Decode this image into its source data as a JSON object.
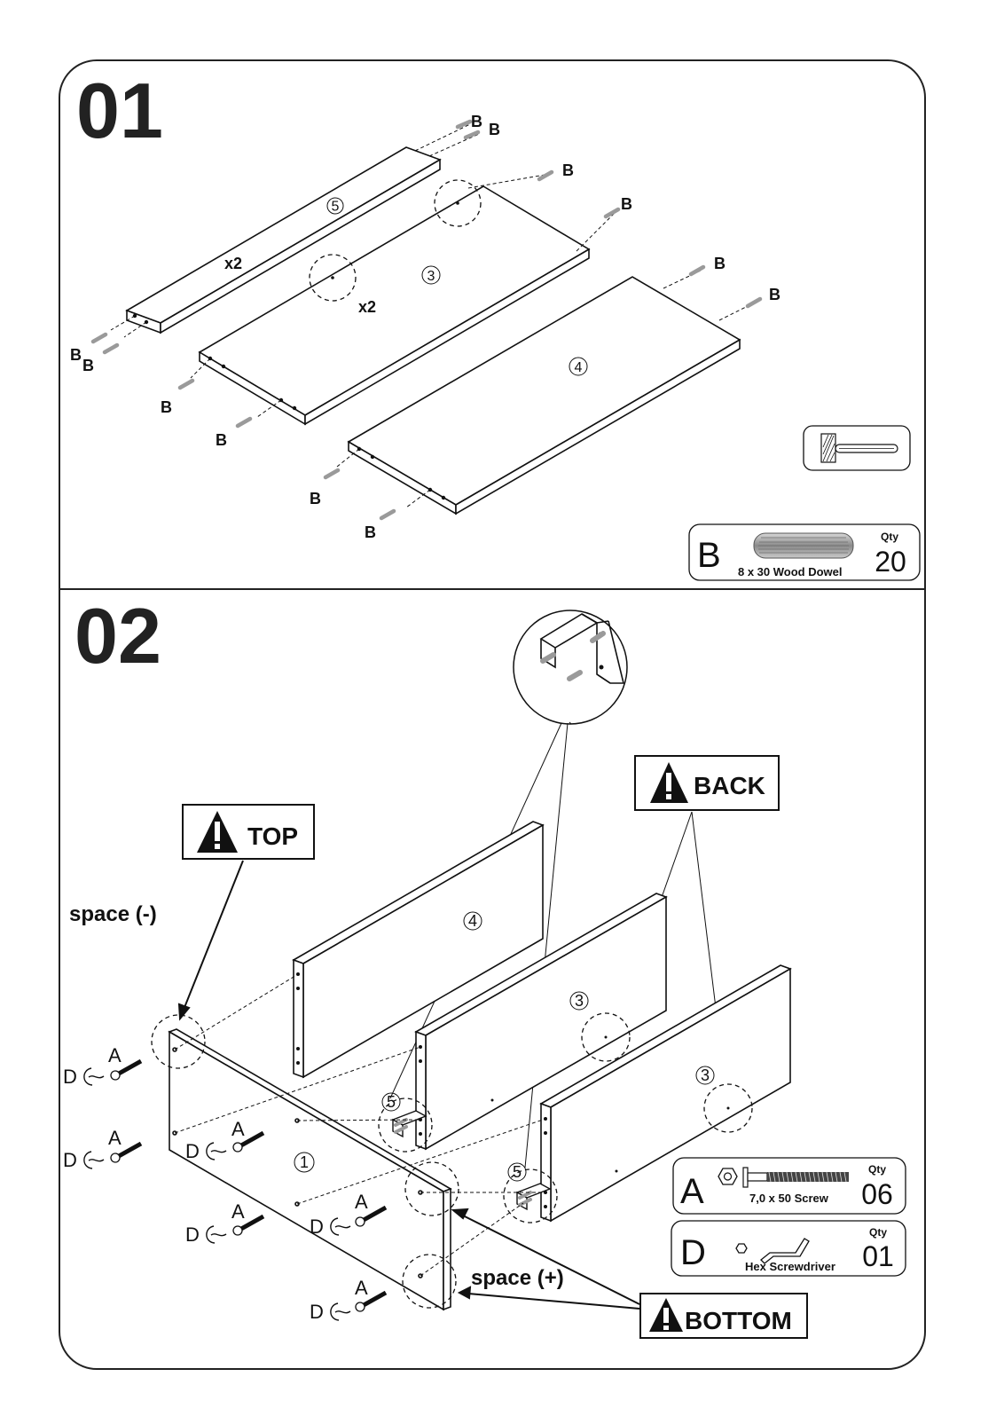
{
  "step1": {
    "number": "01",
    "dowel_label": "B",
    "multiplier": "x2",
    "parts": {
      "p3": "3",
      "p4": "4",
      "p5": "5"
    },
    "hardware_box": {
      "letter": "B",
      "qty_label": "Qty",
      "qty": "20",
      "description": "8 x 30   Wood Dowel"
    }
  },
  "step2": {
    "number": "02",
    "warnings": {
      "top": "TOP",
      "back": "BACK",
      "bottom": "BOTTOM"
    },
    "space_minus": "space (-)",
    "space_plus": "space (+)",
    "screw_label": "A",
    "tool_label": "D",
    "parts": {
      "p1": "1",
      "p3": "3",
      "p4": "4",
      "p5": "5"
    },
    "hardware_a": {
      "letter": "A",
      "qty_label": "Qty",
      "qty": "06",
      "description": "7,0 x 50  Screw"
    },
    "hardware_d": {
      "letter": "D",
      "qty_label": "Qty",
      "qty": "01",
      "description": "Hex Screwdriver"
    }
  }
}
